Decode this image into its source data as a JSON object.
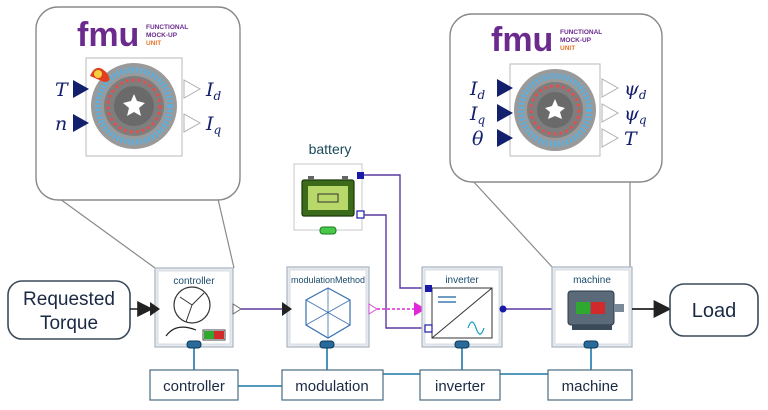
{
  "fmu_callouts": [
    {
      "logo_text": "fmu",
      "logo_caption": [
        "FUNCTIONAL",
        "MOCK-UP",
        "UNIT"
      ],
      "inputs": [
        {
          "base": "T",
          "sub": ""
        },
        {
          "base": "n",
          "sub": ""
        }
      ],
      "outputs": [
        {
          "base": "I",
          "sub": "d"
        },
        {
          "base": "I",
          "sub": "q"
        }
      ]
    },
    {
      "logo_text": "fmu",
      "logo_caption": [
        "FUNCTIONAL",
        "MOCK-UP",
        "UNIT"
      ],
      "inputs": [
        {
          "base": "I",
          "sub": "d"
        },
        {
          "base": "I",
          "sub": "q"
        },
        {
          "base": "θ",
          "sub": ""
        }
      ],
      "outputs": [
        {
          "base": "ψ",
          "sub": "d"
        },
        {
          "base": "ψ",
          "sub": "q"
        },
        {
          "base": "T",
          "sub": ""
        }
      ]
    }
  ],
  "battery": {
    "label": "battery"
  },
  "io": {
    "requested_torque": [
      "Requested",
      "Torque"
    ],
    "load": "Load"
  },
  "blocks": {
    "controller": "controller",
    "modulation": "modulationMethod",
    "inverter": "inverter",
    "machine": "machine"
  },
  "bus_labels": {
    "controller": "controller",
    "modulation": "modulation",
    "inverter": "inverter",
    "machine": "machine"
  },
  "colors": {
    "callout_border": "#8a8a8a",
    "block_fill": "#e6eaef",
    "signal_line": "#5a3aa0",
    "bus_line": "#1d78a8",
    "port_blue": "#1a1aa8",
    "triangle_navy": "#13206e",
    "magenta": "#e028d8",
    "fmu_purple": "#6a2a8e",
    "fmu_orange": "#e8742a"
  }
}
